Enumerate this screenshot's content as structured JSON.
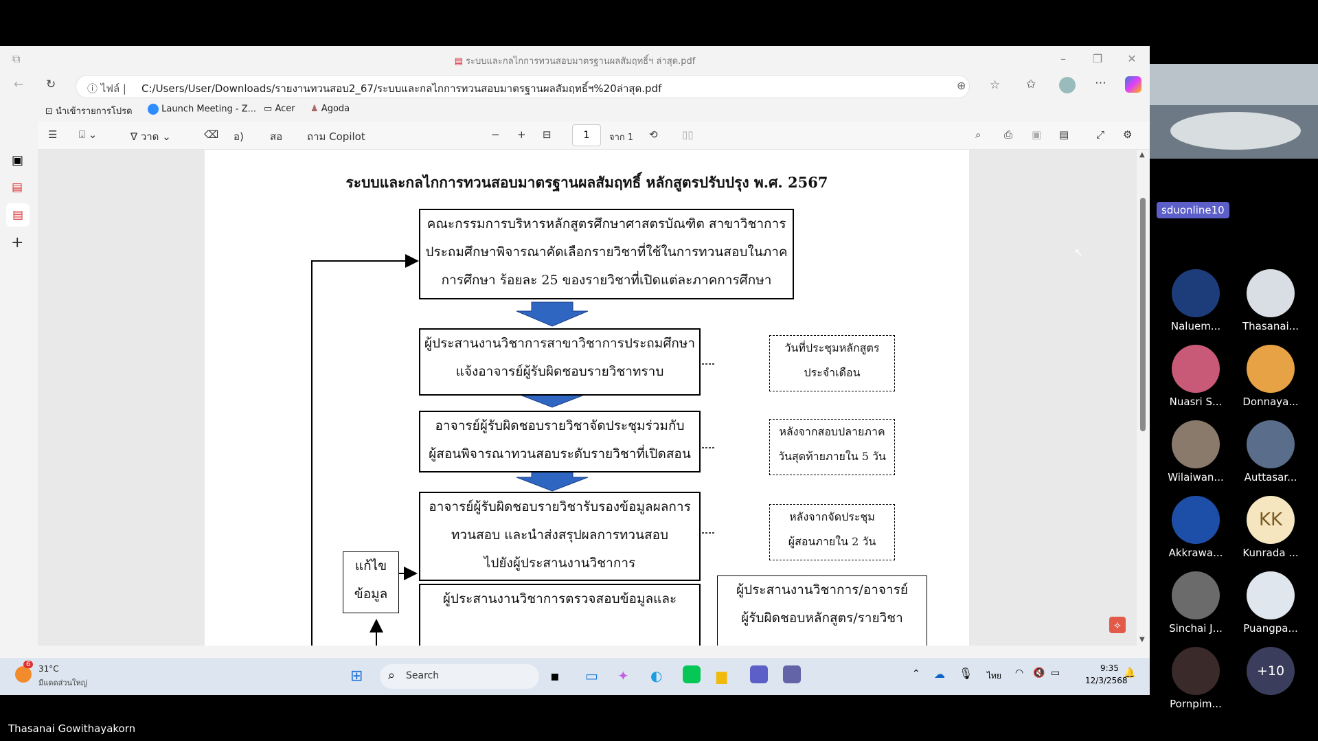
{
  "browser": {
    "tab_title": "ระบบและกลไกการทวนสอบมาตรฐานผลสัมฤทธิ์ฯ ล่าสุด.pdf",
    "address_prefix": "ไฟล์",
    "address_url": "C:/Users/User/Downloads/รายงานทวนสอบ2_67/ระบบและกลไกการทวนสอบมาตรฐานผลสัมฤทธิ์ฯ%20ล่าสุด.pdf",
    "favorites": [
      "นำเข้ารายการโปรด",
      "Launch Meeting - Z...",
      "Acer",
      "Agoda"
    ]
  },
  "pdf_toolbar": {
    "draw_label": "วาด",
    "read_aloud": "อ",
    "translate": "สอ",
    "ask_copilot": "ถาม Copilot",
    "page_number": "1",
    "page_total": "จาก 1"
  },
  "document": {
    "title": "ระบบและกลไกการทวนสอบมาตรฐานผลสัมฤทธิ์ หลักสูตรปรับปรุง พ.ศ. 2567",
    "box1": [
      "คณะกรรมการบริหารหลักสูตรศึกษาศาสตรบัณฑิต สาขาวิชาการ",
      "ประถมศึกษาพิจารณาคัดเลือกรายวิชาที่ใช้ในการทวนสอบในภาค",
      "การศึกษา ร้อยละ 25 ของรายวิชาที่เปิดแต่ละภาคการศึกษา"
    ],
    "box2": [
      "ผู้ประสานงานวิชาการสาขาวิชาการประถมศึกษา",
      "แจ้งอาจารย์ผู้รับผิดชอบรายวิชาทราบ"
    ],
    "box3": [
      "อาจารย์ผู้รับผิดชอบรายวิชาจัดประชุมร่วมกับ",
      "ผู้สอนพิจารณาทวนสอบระดับรายวิชาที่เปิดสอน"
    ],
    "box4": [
      "อาจารย์ผู้รับผิดชอบรายวิชารับรองข้อมูลผลการ",
      "ทวนสอบ และนำส่งสรุปผลการทวนสอบ",
      "ไปยังผู้ประสานงานวิชาการ"
    ],
    "box5": [
      "ผู้ประสานงานวิชาการตรวจสอบข้อมูลและ"
    ],
    "note1": [
      "วันที่ประชุมหลักสูตร",
      "ประจำเดือน"
    ],
    "note2": [
      "หลังจากสอบปลายภาค",
      "วันสุดท้ายภายใน 5 วัน"
    ],
    "note3": [
      "หลังจากจัดประชุม",
      "ผู้สอนภายใน 2 วัน"
    ],
    "fix_box": [
      "แก้ไข",
      "ข้อมูล"
    ],
    "right_box": [
      "ผู้ประสานงานวิชาการ/อาจารย์",
      "ผู้รับผิดชอบหลักสูตร/รายวิชา"
    ]
  },
  "taskbar": {
    "weather_temp": "31°C",
    "weather_desc": "มีแดดส่วนใหญ่",
    "weather_badge": "6",
    "search_placeholder": "Search",
    "lang": "ไทย",
    "time": "9:35",
    "date": "12/3/2568"
  },
  "meeting": {
    "badge_name": "sduonline10",
    "presenter_name": "Thasanai Gowithayakorn",
    "participants": [
      "Naluem...",
      "Thasanai...",
      "Nuasri S...",
      "Donnaya...",
      "Wilaiwan...",
      "Auttasar...",
      "Akkrawa...",
      "Kunrada ...",
      "Sinchai J...",
      "Puangpa...",
      "Pornpim...",
      "+10"
    ],
    "initials_kk": "KK"
  }
}
